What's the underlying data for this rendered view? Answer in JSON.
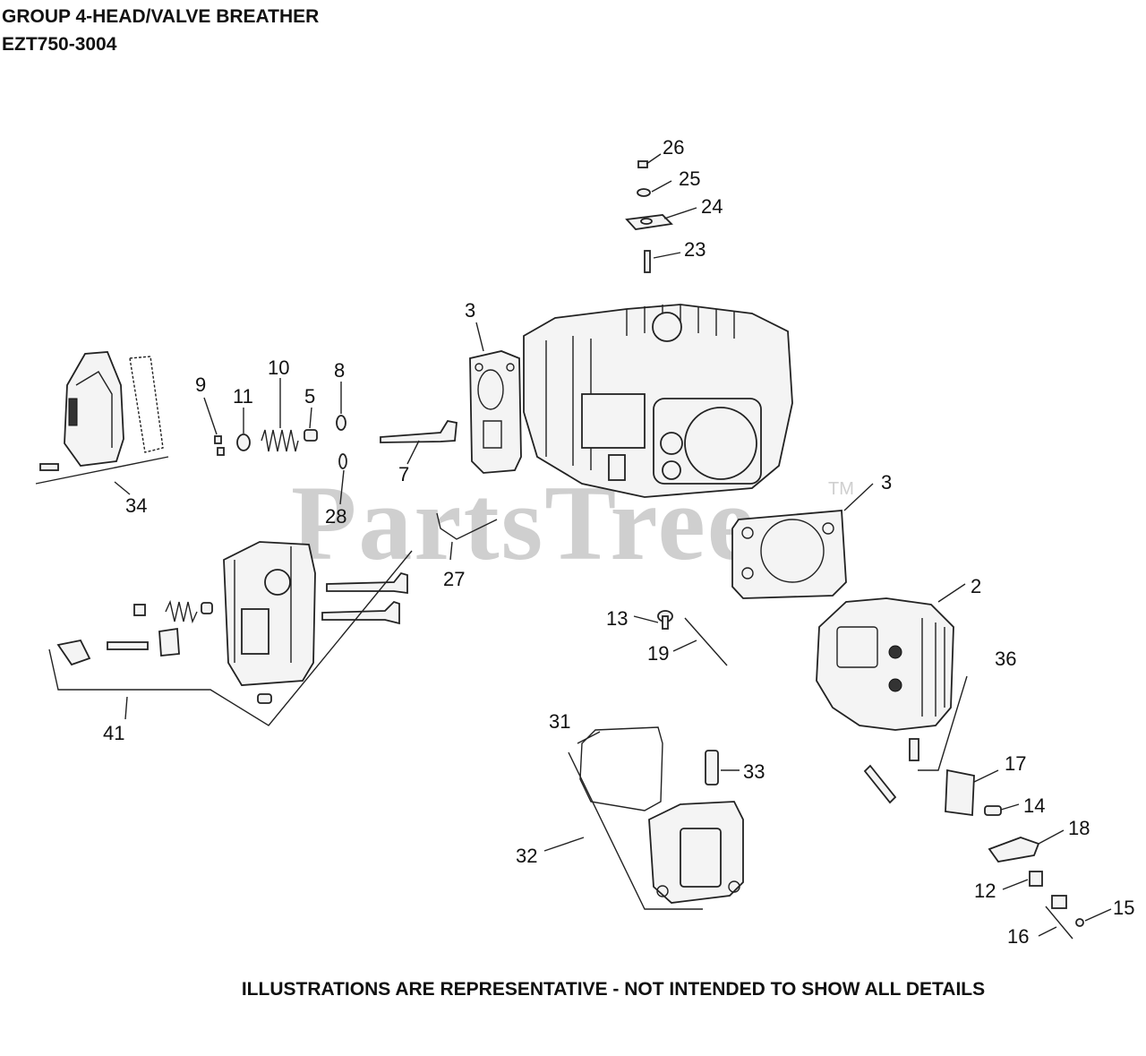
{
  "header": {
    "title": "GROUP 4-HEAD/VALVE BREATHER",
    "model": "EZT750-3004"
  },
  "watermark": {
    "text": "PartsTree",
    "trademark": "TM"
  },
  "footer": {
    "note": "ILLUSTRATIONS ARE REPRESENTATIVE - NOT INTENDED TO SHOW ALL DETAILS"
  },
  "callouts": [
    "26",
    "25",
    "24",
    "23",
    "3",
    "3",
    "10",
    "8",
    "9",
    "11",
    "5",
    "7",
    "34",
    "28",
    "27",
    "2",
    "13",
    "19",
    "36",
    "31",
    "33",
    "17",
    "14",
    "18",
    "32",
    "12",
    "15",
    "16",
    "41"
  ],
  "colors": {
    "ink": "#111111",
    "watermark": "#cfcfcf",
    "background": "#ffffff"
  }
}
